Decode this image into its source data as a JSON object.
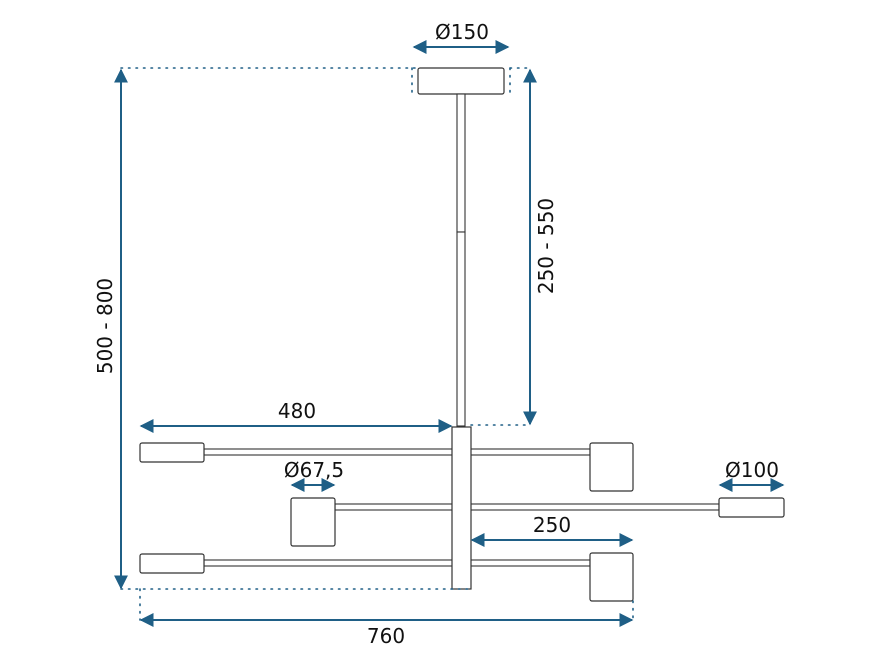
{
  "colors": {
    "dimension_line": "#1f5f86",
    "outline": "#333333",
    "background": "#ffffff",
    "text": "#111111"
  },
  "dimensions": {
    "canopy_diameter": "Ø150",
    "rod_length": "250 - 550",
    "total_height": "500 - 800",
    "arm_span_left": "480",
    "shade_small_diameter": "Ø67,5",
    "shade_large_diameter": "Ø100",
    "arm_right": "250",
    "total_width": "760"
  }
}
